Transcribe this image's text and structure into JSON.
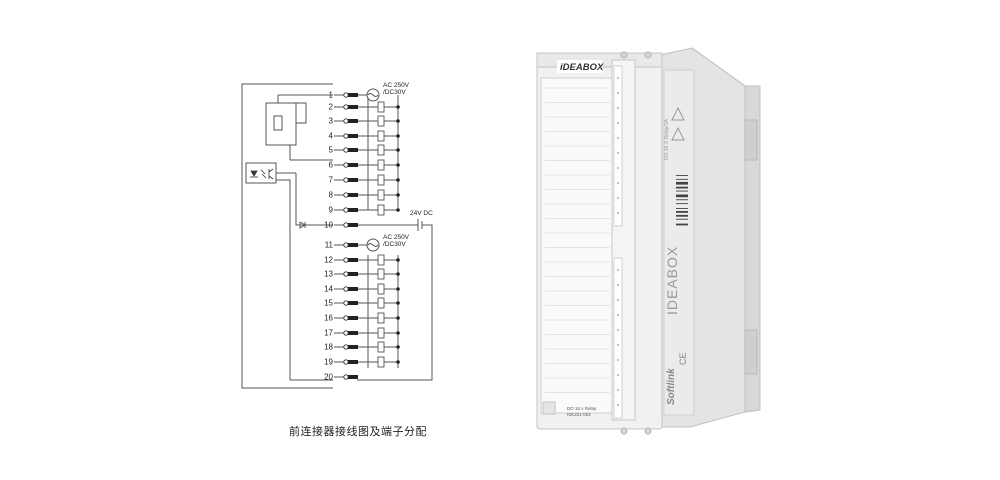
{
  "caption": "前连接器接线图及端子分配",
  "terminals": [
    "1",
    "2",
    "3",
    "4",
    "5",
    "6",
    "7",
    "8",
    "9",
    "10",
    "11",
    "12",
    "13",
    "14",
    "15",
    "16",
    "17",
    "18",
    "19",
    "20"
  ],
  "supply_label_line1": "AC 250V",
  "supply_label_line2": "/DC30V",
  "supply2_label_line1": "AC 250V",
  "supply2_label_line2": "/DC30V",
  "dc_label": "24V DC",
  "module": {
    "brand_top": "iDEABOX",
    "side_brand": "IDEABOX",
    "side_logo": "Softlink",
    "side_model": "DO 16 X Relay/1A",
    "front_label_line1": "DO 16 x Relay",
    "front_label_line2": "ISK221-002",
    "ce_mark": "CE"
  },
  "colors": {
    "line": "#555555",
    "module_body": "#eeeeee",
    "module_side": "#e6e6e6",
    "module_edge": "#c4c4c4"
  }
}
